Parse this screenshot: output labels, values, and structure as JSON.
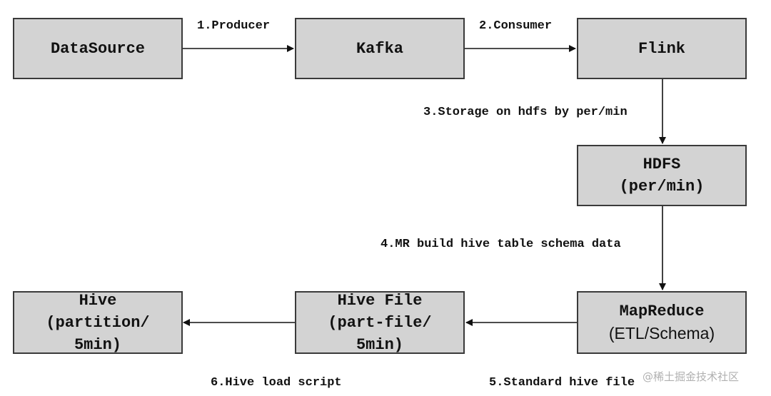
{
  "nodes": {
    "datasource": {
      "lines": [
        "DataSource"
      ]
    },
    "kafka": {
      "lines": [
        "Kafka"
      ]
    },
    "flink": {
      "lines": [
        "Flink"
      ]
    },
    "hdfs": {
      "lines": [
        "HDFS",
        "(per/min)"
      ]
    },
    "mapreduce": {
      "lines": [
        "MapReduce",
        "(ETL/Schema)"
      ]
    },
    "hivefile": {
      "lines": [
        "Hive File",
        "(part-file/",
        "5min)"
      ]
    },
    "hive": {
      "lines": [
        "Hive",
        "(partition/",
        "5min)"
      ]
    }
  },
  "edges": {
    "producer": "1.Producer",
    "consumer": "2.Consumer",
    "storage": "3.Storage on hdfs by per/min",
    "mr_build": "4.MR build hive table schema data",
    "standard": "5.Standard hive file",
    "load": "6.Hive load script"
  },
  "watermark": "@稀土掘金技术社区",
  "colors": {
    "box_fill": "#d3d3d3",
    "box_border": "#3a3a3a",
    "arrow": "#111111"
  }
}
